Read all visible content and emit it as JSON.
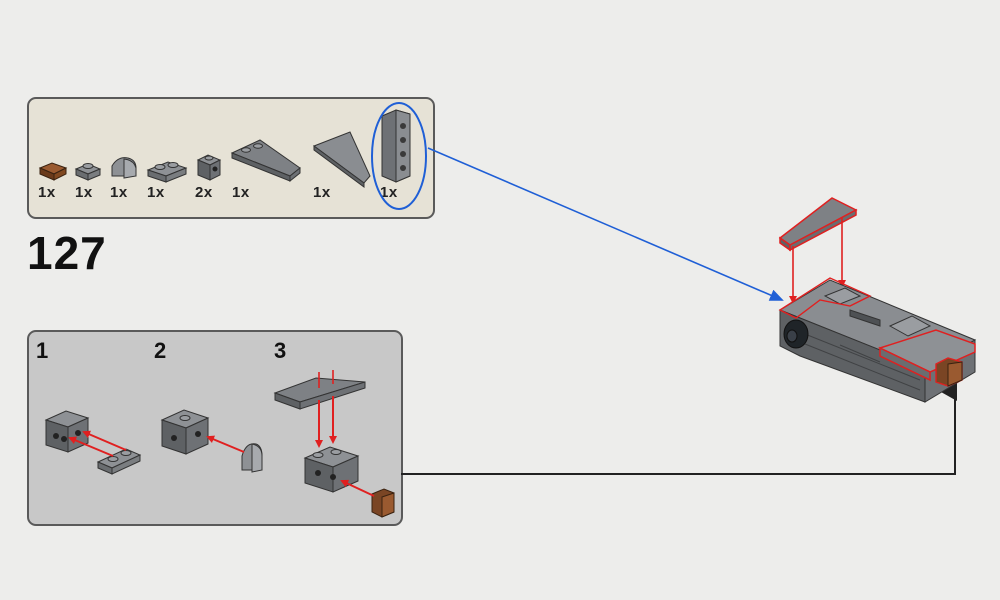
{
  "step": {
    "number": "127"
  },
  "parts": [
    {
      "qty": "1x",
      "icon": "brown-tile-1x1-icon",
      "color": "#7a4524"
    },
    {
      "qty": "1x",
      "icon": "gray-plate-1x1-icon",
      "color": "#7b7e82"
    },
    {
      "qty": "1x",
      "icon": "gray-curved-slope-icon",
      "color": "#7b7e82"
    },
    {
      "qty": "1x",
      "icon": "gray-plate-1x2-icon",
      "color": "#7b7e82"
    },
    {
      "qty": "2x",
      "icon": "gray-bracket-brick-icon",
      "color": "#6e7175"
    },
    {
      "qty": "1x",
      "icon": "gray-wedge-plate-small-icon",
      "color": "#7b7e82"
    },
    {
      "qty": "1x",
      "icon": "gray-wedge-plate-large-icon",
      "color": "#7b7e82"
    },
    {
      "qty": "1x",
      "icon": "gray-slope-brick-studs-icon",
      "color": "#7b7e82"
    }
  ],
  "substeps": [
    {
      "number": "1"
    },
    {
      "number": "2"
    },
    {
      "number": "3"
    }
  ],
  "colors": {
    "background": "#ededeb",
    "parts_panel": "#e6e2d6",
    "substep_panel": "#c8c8c8",
    "highlight_ellipse": "#1f5fd6",
    "assembly_arrow": "#e02020",
    "callout_arrow": "#222222",
    "highlight_outline": "#e02020"
  }
}
